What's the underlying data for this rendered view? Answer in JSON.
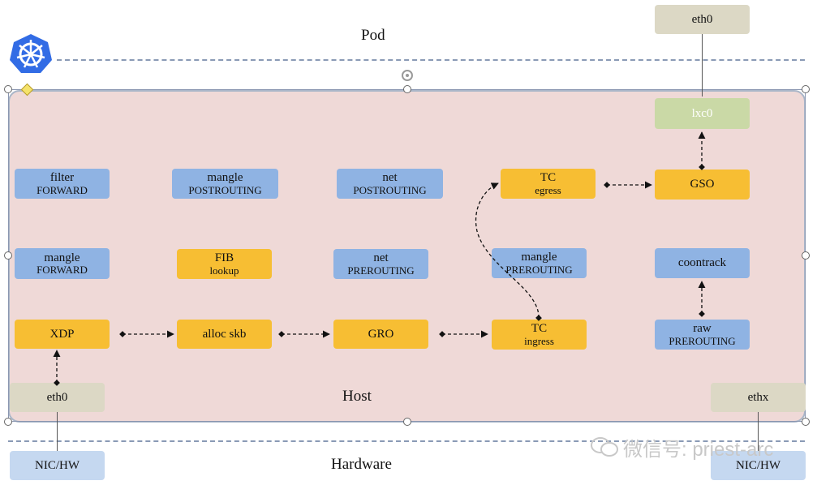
{
  "labels": {
    "pod": "Pod",
    "host": "Host",
    "hardware": "Hardware"
  },
  "watermark": {
    "text": "微信号: priest-arc"
  },
  "colors": {
    "host_bg": "#efd9d7",
    "blue": "#8fb3e3",
    "orange": "#f7be33",
    "green": "#cad9a6",
    "tan": "#dcd8c5"
  },
  "boxes": {
    "pod_eth0": {
      "l1": "eth0"
    },
    "lxc0": {
      "l1": "lxc0"
    },
    "gso": {
      "l1": "GSO"
    },
    "tc_egress": {
      "l1": "TC",
      "l2": "egress"
    },
    "filter_forward": {
      "l1": "filter",
      "l2": "FORWARD"
    },
    "mangle_postrouting": {
      "l1": "mangle",
      "l2": "POSTROUTING"
    },
    "net_postrouting": {
      "l1": "net",
      "l2": "POSTROUTING"
    },
    "mangle_forward": {
      "l1": "mangle",
      "l2": "FORWARD"
    },
    "fib_lookup": {
      "l1": "FIB",
      "l2": "lookup"
    },
    "net_prerouting": {
      "l1": "net",
      "l2": "PREROUTING"
    },
    "mangle_prerouting": {
      "l1": "mangle",
      "l2": "PREROUTING"
    },
    "conntrack": {
      "l1": "coontrack"
    },
    "xdp": {
      "l1": "XDP"
    },
    "alloc_skb": {
      "l1": "alloc skb"
    },
    "gro": {
      "l1": "GRO"
    },
    "tc_ingress": {
      "l1": "TC",
      "l2": "ingress"
    },
    "raw_prerouting": {
      "l1": "raw",
      "l2": "PREROUTING"
    },
    "host_eth0": {
      "l1": "eth0"
    },
    "host_ethx": {
      "l1": "ethx"
    },
    "nic_left": {
      "l1": "NIC/HW"
    },
    "nic_right": {
      "l1": "NIC/HW"
    }
  },
  "icons": {
    "kubernetes": "kubernetes-logo-icon",
    "wechat": "wechat-icon"
  }
}
